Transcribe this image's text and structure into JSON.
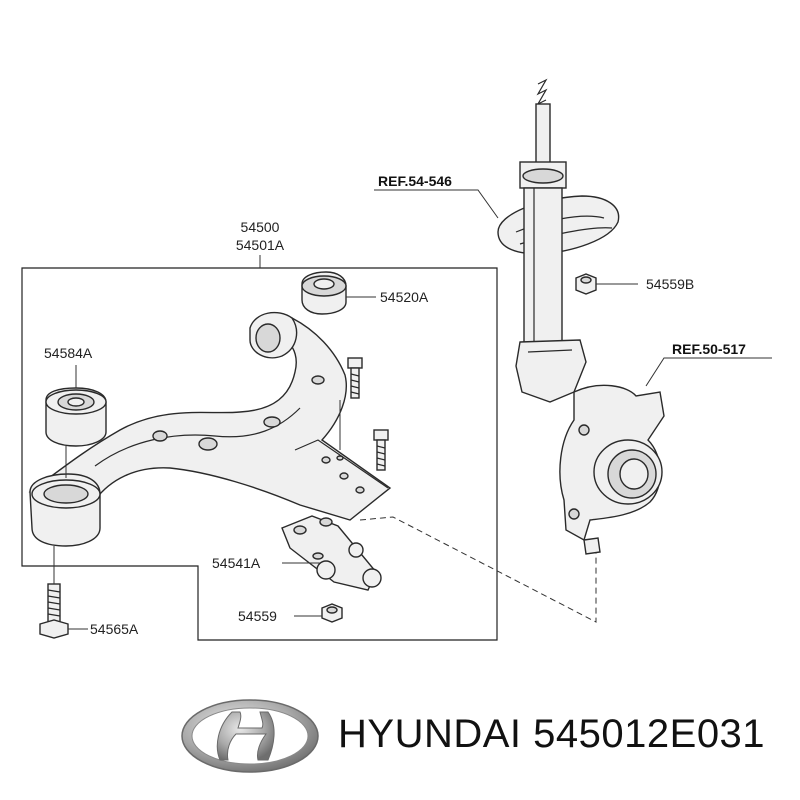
{
  "callouts": {
    "assembly_line1": "54500",
    "assembly_line2": "54501A",
    "bushing_rear": "54520A",
    "bushing_front": "54584A",
    "ball_joint": "54541A",
    "ball_joint_nut": "54559",
    "bolt": "54565A",
    "strut_nut": "54559B",
    "ref_spring": "REF.54-546",
    "ref_knuckle": "REF.50-517"
  },
  "brand": {
    "name": "HYUNDAI",
    "part_number": "545012E031",
    "logo_icon": "hyundai-logo-icon"
  },
  "colors": {
    "line": "#2a2a2a",
    "fill_light": "#f0f0f0",
    "fill_shade": "#d8d8d8",
    "logo_silver": "#9a9a9a"
  }
}
